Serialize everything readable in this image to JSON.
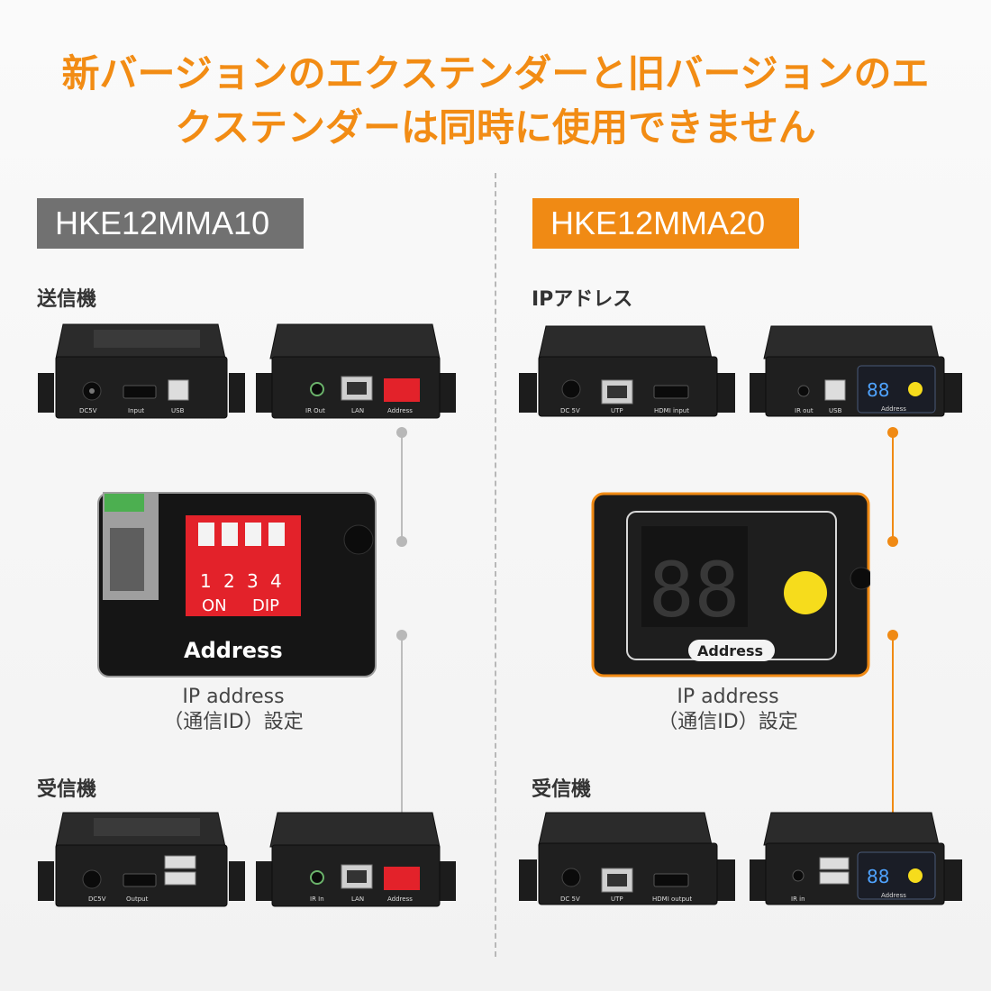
{
  "title": {
    "line1": "新バージョンのエクステンダーと旧バージョンのエ",
    "line2": "クステンダーは同時に使用できません"
  },
  "left": {
    "model": "HKE12MMA10",
    "transmitter_label": "送信機",
    "receiver_label": "受信機",
    "tx_front_ports": [
      "DC5V",
      "Input",
      "USB"
    ],
    "tx_back_ports": [
      "IR Out",
      "LAN",
      "Address"
    ],
    "rx_front_ports": [
      "DC5V",
      "Output"
    ],
    "rx_back_ports": [
      "IR In",
      "LAN",
      "Address"
    ],
    "dip": {
      "numbers": [
        "1",
        "2",
        "3",
        "4"
      ],
      "on": "ON",
      "dip": "DIP",
      "label": "Address"
    },
    "caption_line1": "IP address",
    "caption_line2": "（通信ID）設定"
  },
  "right": {
    "model": "HKE12MMA20",
    "transmitter_label": "IPアドレス",
    "receiver_label": "受信機",
    "tx_front_ports": [
      "DC 5V",
      "UTP",
      "HDMI input"
    ],
    "tx_back_ports": [
      "IR out",
      "USB",
      "Address"
    ],
    "rx_front_ports": [
      "DC 5V",
      "UTP",
      "HDMI output"
    ],
    "rx_back_ports": [
      "IR in",
      "Address"
    ],
    "display": {
      "digits": "88",
      "label": "Address"
    },
    "caption_line1": "IP address",
    "caption_line2": "（通信ID）設定"
  },
  "colors": {
    "accent": "#f08a14",
    "grey_tag": "#717171",
    "dip_red": "#e3222a",
    "knob_yellow": "#f6dc1c"
  }
}
